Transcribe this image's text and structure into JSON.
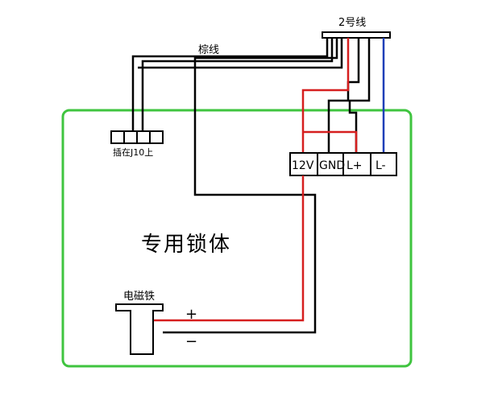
{
  "labels": {
    "cable_top": "2号线",
    "brown_wire": "棕线",
    "connector_note": "插在J10上",
    "lock_body": "专用锁体",
    "magnet": "电磁铁",
    "plus": "+",
    "minus": "−"
  },
  "terminals": [
    "12V",
    "GND",
    "L+",
    "L-"
  ],
  "colors": {
    "border_green": "#3fc43f",
    "wire_black": "#000000",
    "wire_red": "#d61f1f",
    "wire_blue": "#1f3fb8"
  }
}
